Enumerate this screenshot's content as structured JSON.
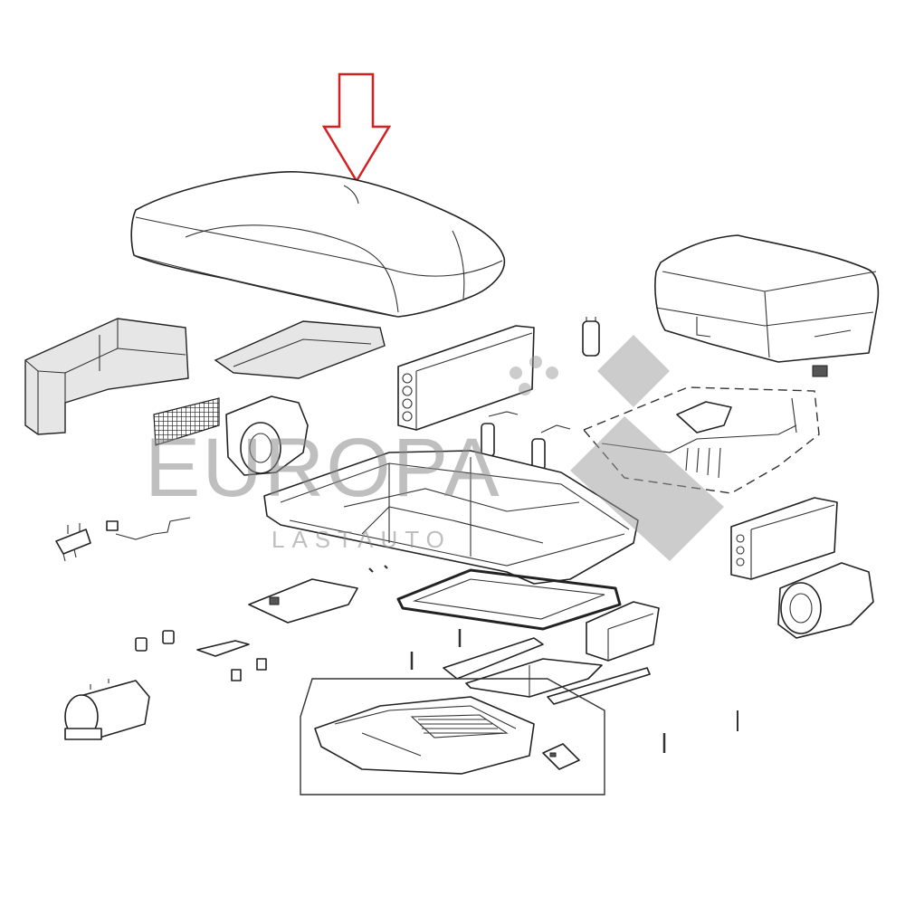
{
  "diagram": {
    "type": "exploded-parts-view",
    "highlighted_part": "top-cover-shell",
    "arrow_color": "#d42020"
  },
  "watermark": {
    "brand": "EUROPA",
    "sub": "LASTAUTO",
    "color": "#8c8c8c"
  }
}
